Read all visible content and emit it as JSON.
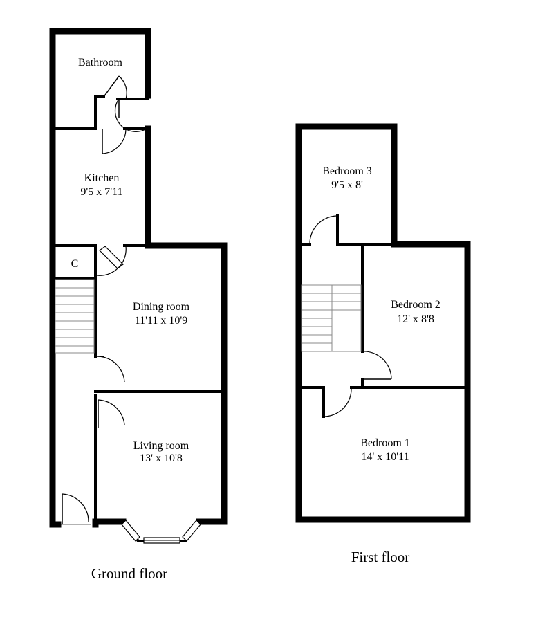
{
  "floors": {
    "ground": {
      "title": "Ground floor",
      "rooms": {
        "bathroom": {
          "name": "Bathroom"
        },
        "kitchen": {
          "name": "Kitchen",
          "dims": "9'5 x 7'11"
        },
        "cupboard": {
          "name": "C"
        },
        "dining": {
          "name": "Dining room",
          "dims": "11'11 x 10'9"
        },
        "living": {
          "name": "Living room",
          "dims": "13' x 10'8"
        }
      }
    },
    "first": {
      "title": "First floor",
      "rooms": {
        "bedroom3": {
          "name": "Bedroom 3",
          "dims": "9'5 x 8'"
        },
        "bedroom2": {
          "name": "Bedroom 2",
          "dims": "12' x 8'8"
        },
        "bedroom1": {
          "name": "Bedroom 1",
          "dims": "14' x 10'11"
        }
      }
    }
  }
}
